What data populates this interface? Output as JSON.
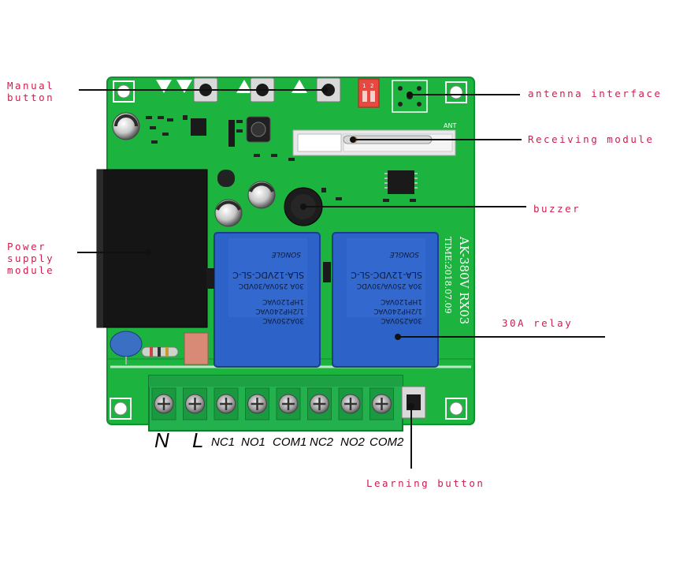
{
  "callouts": {
    "manual_button": "Manual\nbutton",
    "antenna_interface": "antenna interface",
    "receiving_module": "Receiving module",
    "buzzer": "buzzer",
    "power_supply_module": "Power\nsupply\nmodule",
    "relay": "30A relay",
    "learning_button": "Learning button"
  },
  "terminal_labels": [
    "N",
    "L",
    "NC1",
    "NO1",
    "COM1",
    "NC2",
    "NO2",
    "COM2"
  ],
  "board_text": {
    "model": "AK-380V RX03",
    "date": "TIME:2018.07.09",
    "ant": "ANT",
    "relay_spec": [
      "30A250VAC",
      "1/2HP240VAC",
      "1HP120VAC",
      "30A 250VA/30VDC",
      "SLA-12VDC-SL-C",
      "SONGLE"
    ],
    "dip_numbers": [
      "1",
      "2"
    ]
  },
  "colors": {
    "pcb": "#1db33f",
    "pcb_dark": "#128a2c",
    "relay": "#2d63c8",
    "terminal": "#22b14c",
    "callout_text": "#c8204f",
    "power_module": "#151515"
  }
}
